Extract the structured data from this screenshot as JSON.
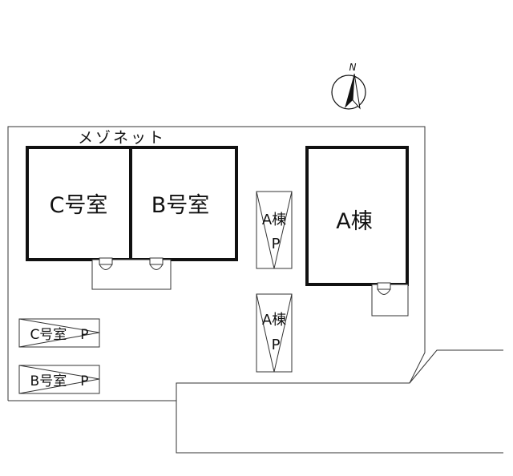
{
  "compass": {
    "north_label": "N"
  },
  "maisonette_label": "メゾネット",
  "rooms": {
    "c": "C号室",
    "b": "B号室",
    "a": "A棟"
  },
  "parking": {
    "c_spot": "C号室　P",
    "b_spot": "B号室　P",
    "a_spot1_line1": "A棟",
    "a_spot1_line2": "P",
    "a_spot2_line1": "A棟",
    "a_spot2_line2": "P"
  }
}
